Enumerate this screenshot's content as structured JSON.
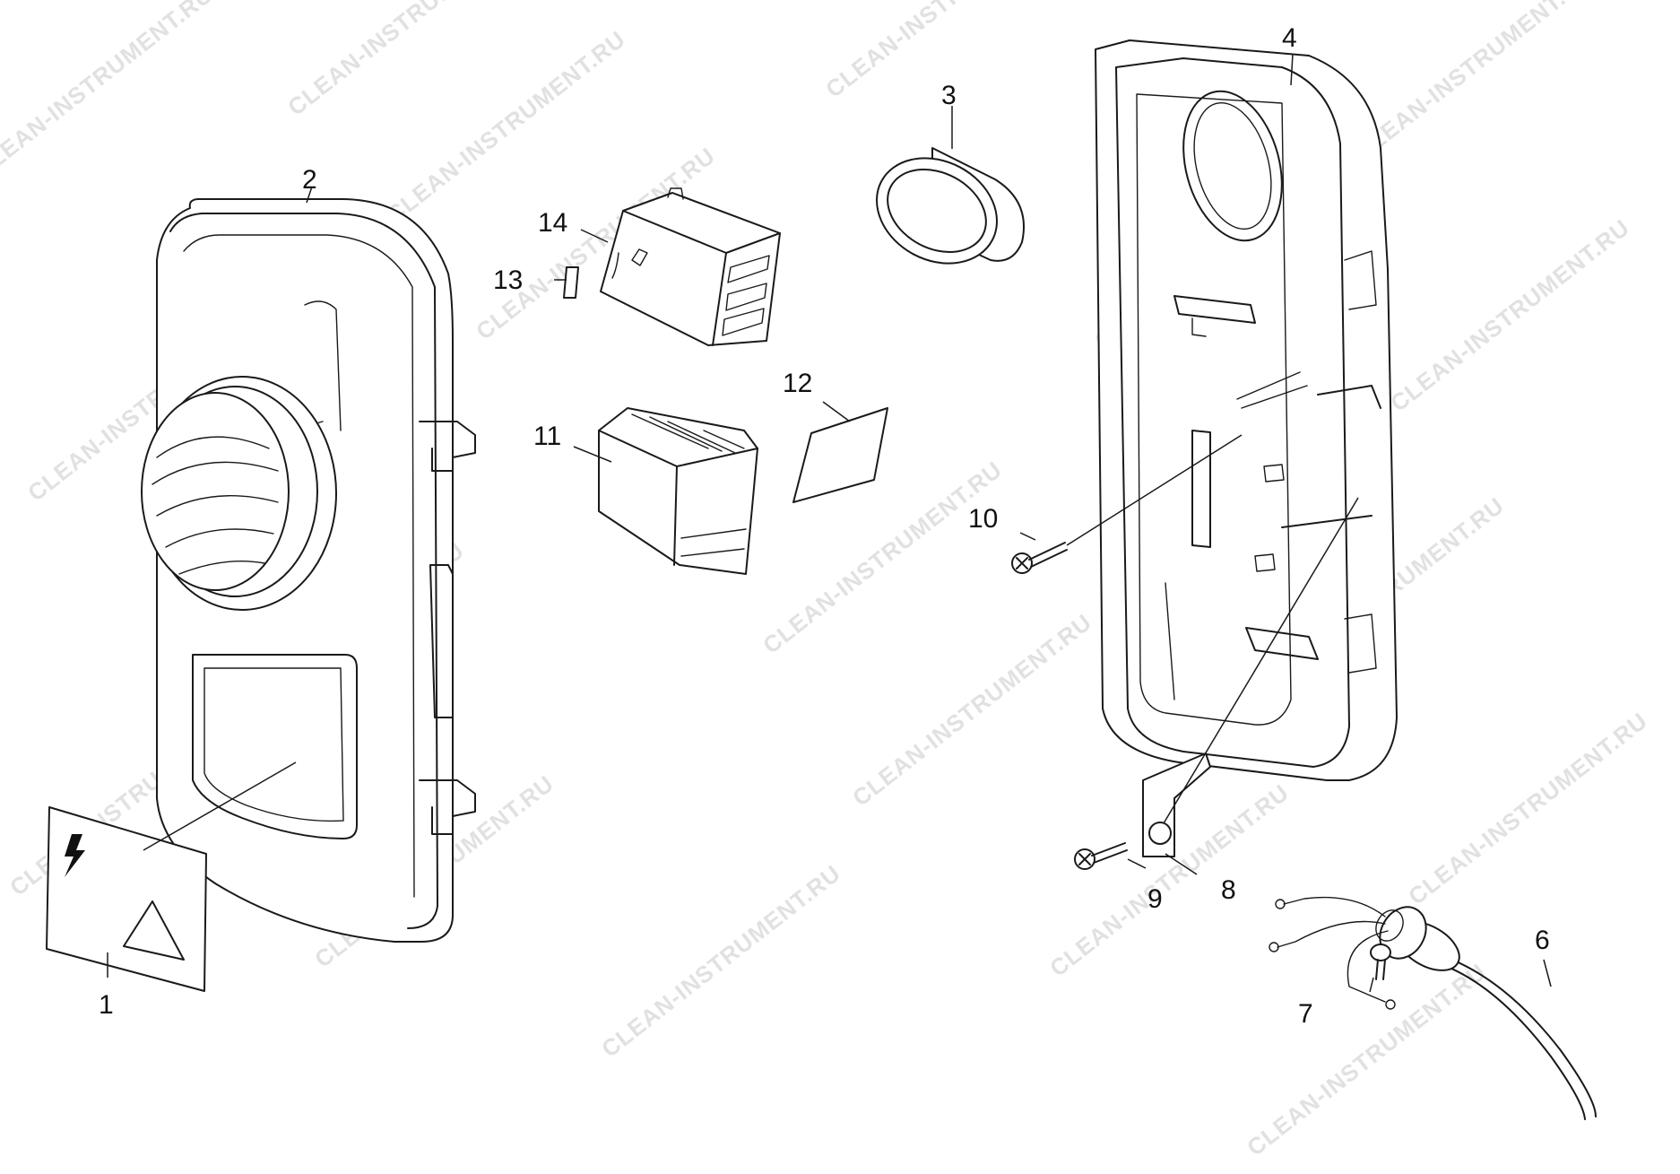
{
  "watermark": "CLEAN-INSTRUMENT.RU",
  "callouts": [
    {
      "id": "1",
      "label": "1"
    },
    {
      "id": "2",
      "label": "2"
    },
    {
      "id": "3",
      "label": "3"
    },
    {
      "id": "4",
      "label": "4"
    },
    {
      "id": "6",
      "label": "6"
    },
    {
      "id": "7",
      "label": "7"
    },
    {
      "id": "8",
      "label": "8"
    },
    {
      "id": "9",
      "label": "9"
    },
    {
      "id": "10",
      "label": "10"
    },
    {
      "id": "11",
      "label": "11"
    },
    {
      "id": "12",
      "label": "12"
    },
    {
      "id": "13",
      "label": "13"
    },
    {
      "id": "14",
      "label": "14"
    }
  ],
  "icons": {
    "warning_label": "lightning-warning-icon",
    "hazard": "warning-triangle-icon"
  }
}
